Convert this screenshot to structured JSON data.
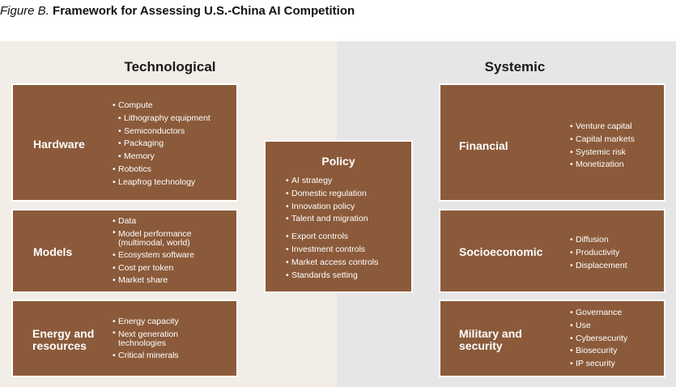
{
  "figure": {
    "label": "Figure B.",
    "title": "Framework for Assessing U.S.-China AI Competition"
  },
  "columns": {
    "left": "Technological",
    "right": "Systemic"
  },
  "boxes": {
    "hardware": {
      "title": "Hardware",
      "items": [
        "Compute",
        "Lithography equipment",
        "Semiconductors",
        "Packaging",
        "Memory",
        "Robotics",
        "Leapfrog technology"
      ]
    },
    "models": {
      "title": "Models",
      "items": [
        "Data",
        "Model performance (multimodal, world)",
        "Ecosystem software",
        "Cost per token",
        "Market share"
      ]
    },
    "energy": {
      "title": "Energy and resources",
      "items": [
        "Energy capacity",
        "Next generation technologies",
        "Critical minerals"
      ]
    },
    "policy": {
      "title": "Policy",
      "items": [
        "AI strategy",
        "Domestic regulation",
        "Innovation policy",
        "Talent and migration",
        "Export controls",
        "Investment controls",
        "Market access controls",
        "Standards setting"
      ]
    },
    "financial": {
      "title": "Financial",
      "items": [
        "Venture capital",
        "Capital markets",
        "Systemic risk",
        "Monetization"
      ]
    },
    "socioeconomic": {
      "title": "Socioeconomic",
      "items": [
        "Diffusion",
        "Productivity",
        "Displacement"
      ]
    },
    "military": {
      "title": "Military and security",
      "items": [
        "Governance",
        "Use",
        "Cybersecurity",
        "Biosecurity",
        "IP security"
      ]
    }
  },
  "colors": {
    "box_fill": "#8b5a3a",
    "left_panel": "#f2ede7",
    "right_panel": "#e6e6e6"
  }
}
